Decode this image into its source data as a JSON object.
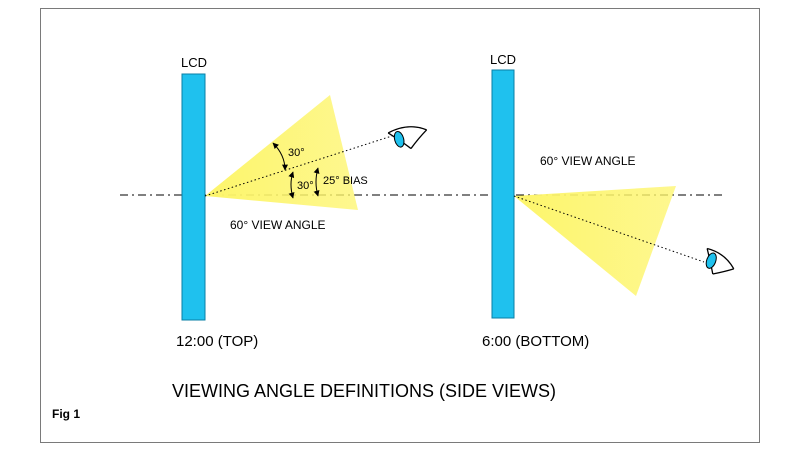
{
  "colors": {
    "lcd_panel": "#1fc1ee",
    "view_cone": "#fdf56a",
    "eye_iris": "#1fc1ee",
    "frame": "#7a7a7a"
  },
  "left_view": {
    "lcd_label": "LCD",
    "angle_upper": "30°",
    "angle_lower": "30°",
    "bias_label": "25° BIAS",
    "view_angle_label": "60° VIEW ANGLE",
    "position_label": "12:00 (TOP)"
  },
  "right_view": {
    "lcd_label": "LCD",
    "view_angle_label": "60° VIEW ANGLE",
    "position_label": "6:00 (BOTTOM)"
  },
  "title": "VIEWING ANGLE DEFINITIONS (SIDE VIEWS)",
  "figure_label": "Fig 1",
  "icons": {
    "left_eye": "eye-icon",
    "right_eye": "eye-icon"
  }
}
